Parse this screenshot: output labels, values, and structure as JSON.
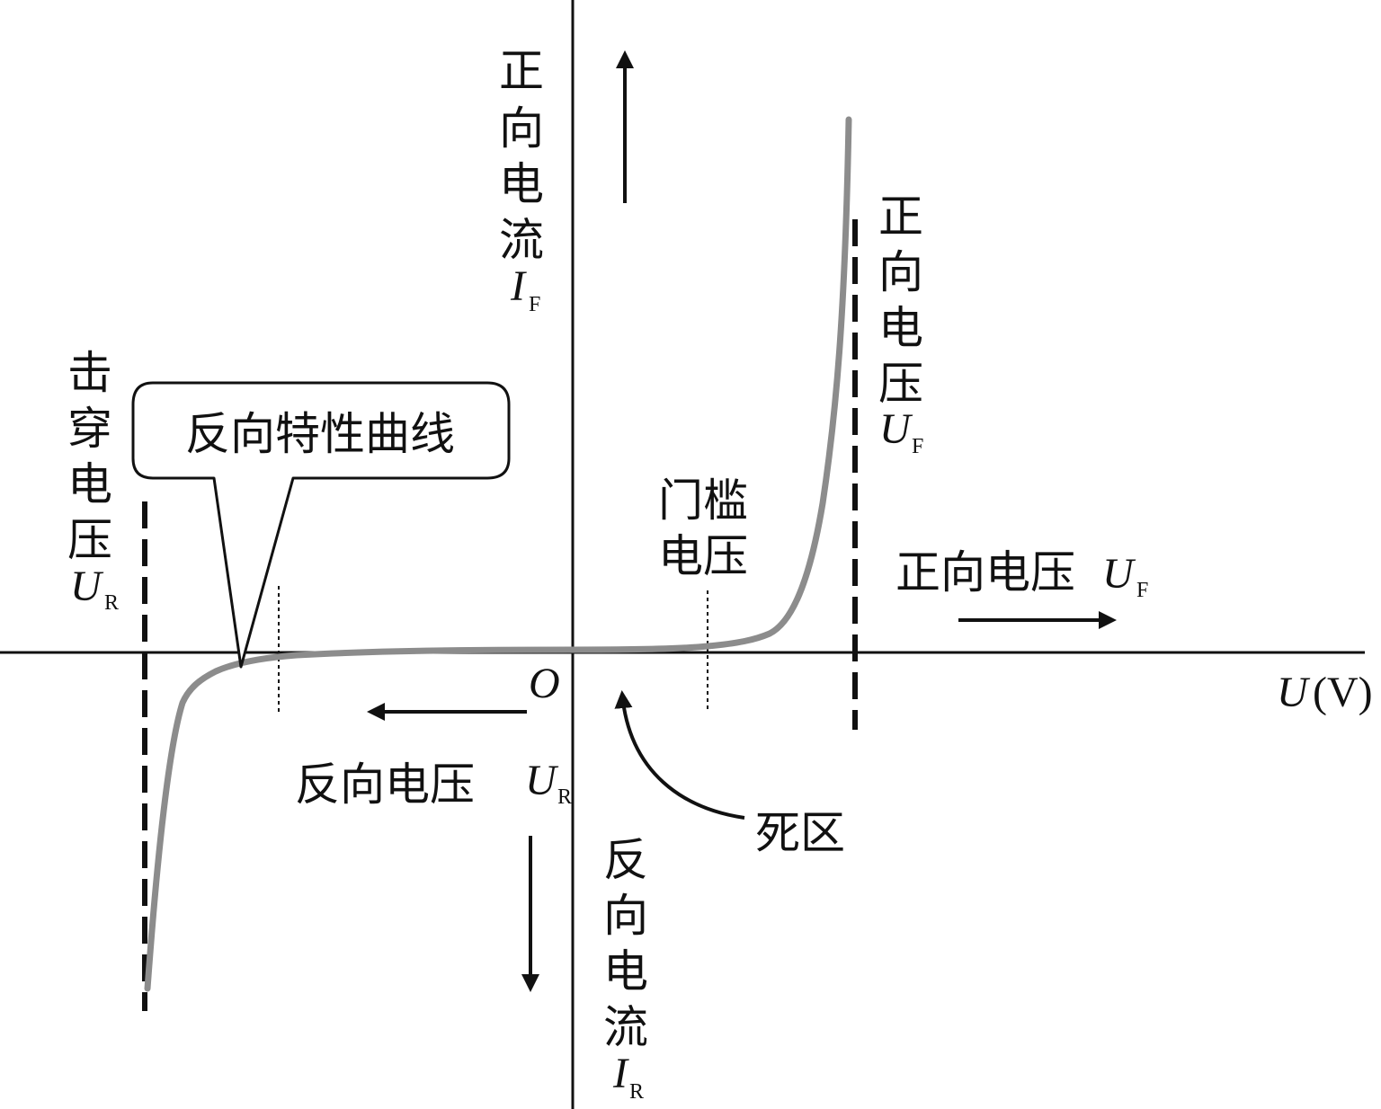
{
  "colors": {
    "curve": "#8c8c8c",
    "ink": "#111111",
    "background": "#ffffff"
  },
  "labels": {
    "forward_current_chars": [
      "正",
      "向",
      "电",
      "流"
    ],
    "forward_current_var": "I",
    "forward_current_sub": "F",
    "forward_voltage_chars": [
      "正",
      "向",
      "电",
      "压"
    ],
    "forward_voltage_var": "U",
    "forward_voltage_sub": "F",
    "breakdown_chars": [
      "击",
      "穿",
      "电",
      "压"
    ],
    "breakdown_var": "U",
    "breakdown_sub": "R",
    "threshold_line1": "门槛",
    "threshold_line2": "电压",
    "forward_voltage_axis_text": "正向电压",
    "forward_voltage_axis_var": "U",
    "forward_voltage_axis_sub": "F",
    "reverse_voltage_text": "反向电压",
    "reverse_voltage_var": "U",
    "reverse_voltage_sub": "R",
    "reverse_current_chars": [
      "反",
      "向",
      "电",
      "流"
    ],
    "reverse_current_var": "I",
    "reverse_current_sub": "R",
    "dead_zone": "死区",
    "reverse_curve_callout": "反向特性曲线",
    "origin": "O",
    "x_axis_var": "U",
    "x_axis_unit": "(V)"
  }
}
